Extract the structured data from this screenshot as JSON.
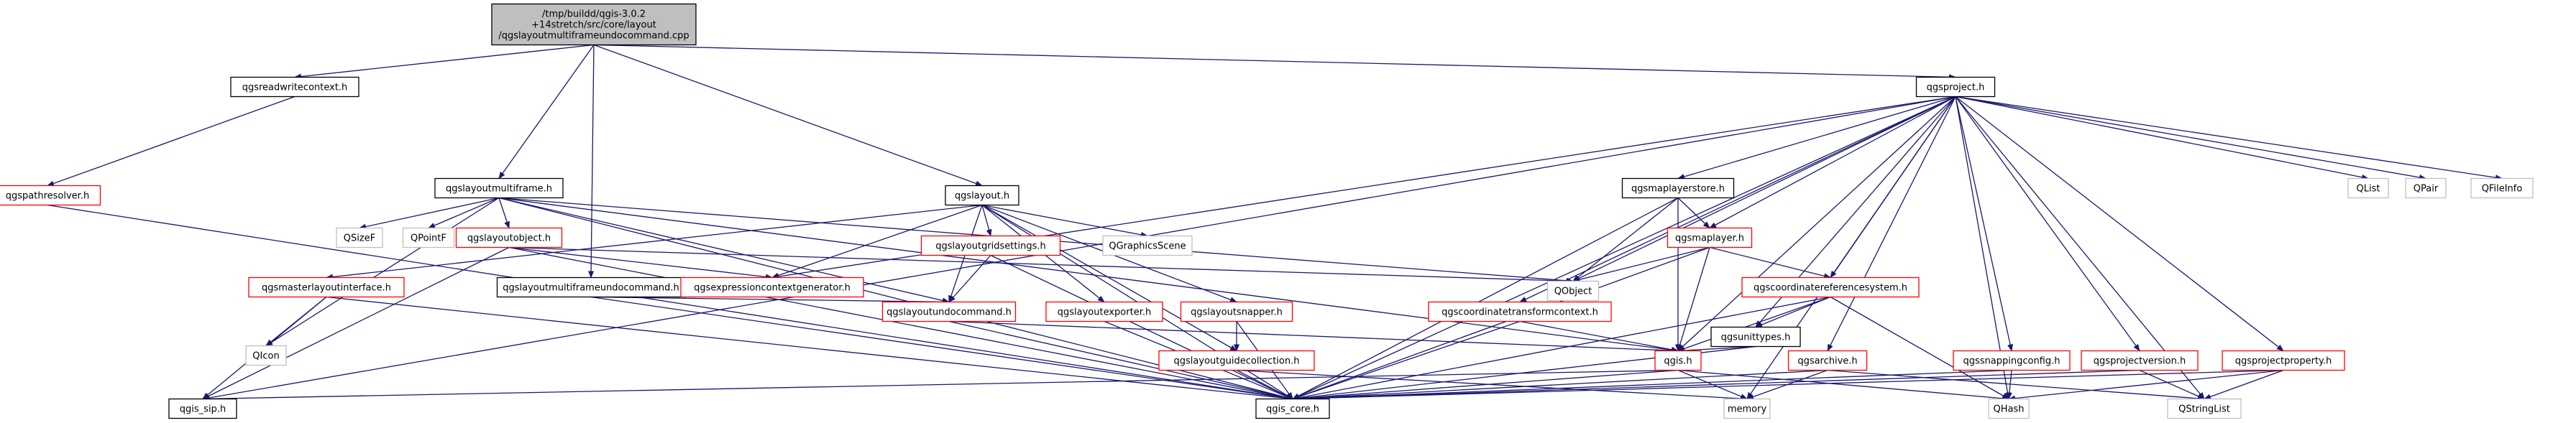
{
  "colors": {
    "background": "#ffffff",
    "edge": "#191970",
    "root_fill": "#bfbfbf",
    "node_fill": "#ffffff",
    "documented_border": "#000000",
    "undocumented_border": "#ff0000",
    "external_border": "#bfbfbf"
  },
  "nodes": [
    {
      "id": "root",
      "lines": [
        "/tmp/buildd/qgis-3.0.2",
        "+14stretch/src/core/layout",
        "/qgslayoutmultiframeundocommand.cpp"
      ],
      "kind": "root"
    },
    {
      "id": "readwritecontext",
      "lines": [
        "qgsreadwritecontext.h"
      ],
      "kind": "documented"
    },
    {
      "id": "pathresolver",
      "lines": [
        "qgspathresolver.h"
      ],
      "kind": "undocumented"
    },
    {
      "id": "layoutmultiframe",
      "lines": [
        "qgslayoutmultiframe.h"
      ],
      "kind": "documented"
    },
    {
      "id": "layoutmultiframeundocommand",
      "lines": [
        "qgslayoutmultiframeundocommand.h"
      ],
      "kind": "documented"
    },
    {
      "id": "layout",
      "lines": [
        "qgslayout.h"
      ],
      "kind": "documented"
    },
    {
      "id": "project",
      "lines": [
        "qgsproject.h"
      ],
      "kind": "documented"
    },
    {
      "id": "masterlayoutinterface",
      "lines": [
        "qgsmasterlayoutinterface.h"
      ],
      "kind": "undocumented"
    },
    {
      "id": "qicon",
      "lines": [
        "QIcon"
      ],
      "kind": "external"
    },
    {
      "id": "qsizef",
      "lines": [
        "QSizeF"
      ],
      "kind": "external"
    },
    {
      "id": "qpointf",
      "lines": [
        "QPointF"
      ],
      "kind": "external"
    },
    {
      "id": "layoutobject",
      "lines": [
        "qgslayoutobject.h"
      ],
      "kind": "undocumented"
    },
    {
      "id": "expressioncontextgenerator",
      "lines": [
        "qgsexpressioncontextgenerator.h"
      ],
      "kind": "undocumented"
    },
    {
      "id": "layoutgridsettings",
      "lines": [
        "qgslayoutgridsettings.h"
      ],
      "kind": "undocumented"
    },
    {
      "id": "layoutundocommand",
      "lines": [
        "qgslayoutundocommand.h"
      ],
      "kind": "undocumented"
    },
    {
      "id": "layoutexporter",
      "lines": [
        "qgslayoutexporter.h"
      ],
      "kind": "undocumented"
    },
    {
      "id": "qgraphicsscene",
      "lines": [
        "QGraphicsScene"
      ],
      "kind": "external"
    },
    {
      "id": "layoutsnapper",
      "lines": [
        "qgslayoutsnapper.h"
      ],
      "kind": "undocumented"
    },
    {
      "id": "layoutguidecollection",
      "lines": [
        "qgslayoutguidecollection.h"
      ],
      "kind": "undocumented"
    },
    {
      "id": "qobject",
      "lines": [
        "QObject"
      ],
      "kind": "external"
    },
    {
      "id": "maplayerstore",
      "lines": [
        "qgsmaplayerstore.h"
      ],
      "kind": "documented"
    },
    {
      "id": "maplayer",
      "lines": [
        "qgsmaplayer.h"
      ],
      "kind": "undocumented"
    },
    {
      "id": "coordinatereferencesystem",
      "lines": [
        "qgscoordinatereferencesystem.h"
      ],
      "kind": "undocumented"
    },
    {
      "id": "coordinatetransformcontext",
      "lines": [
        "qgscoordinatetransformcontext.h"
      ],
      "kind": "undocumented"
    },
    {
      "id": "unittypes",
      "lines": [
        "qgsunittypes.h"
      ],
      "kind": "documented"
    },
    {
      "id": "qgis",
      "lines": [
        "qgis.h"
      ],
      "kind": "undocumented"
    },
    {
      "id": "archive",
      "lines": [
        "qgsarchive.h"
      ],
      "kind": "undocumented"
    },
    {
      "id": "snappingconfig",
      "lines": [
        "qgssnappingconfig.h"
      ],
      "kind": "undocumented"
    },
    {
      "id": "projectversion",
      "lines": [
        "qgsprojectversion.h"
      ],
      "kind": "undocumented"
    },
    {
      "id": "projectproperty",
      "lines": [
        "qgsprojectproperty.h"
      ],
      "kind": "undocumented"
    },
    {
      "id": "qlist",
      "lines": [
        "QList"
      ],
      "kind": "external"
    },
    {
      "id": "qpair",
      "lines": [
        "QPair"
      ],
      "kind": "external"
    },
    {
      "id": "qfileinfo",
      "lines": [
        "QFileInfo"
      ],
      "kind": "external"
    },
    {
      "id": "qgissip",
      "lines": [
        "qgis_sip.h"
      ],
      "kind": "documented"
    },
    {
      "id": "qgiscore",
      "lines": [
        "qgis_core.h"
      ],
      "kind": "documented"
    },
    {
      "id": "memory",
      "lines": [
        "memory"
      ],
      "kind": "external"
    },
    {
      "id": "qhash",
      "lines": [
        "QHash"
      ],
      "kind": "external"
    },
    {
      "id": "qstringlist",
      "lines": [
        "QStringList"
      ],
      "kind": "external"
    }
  ],
  "edges": [
    [
      "root",
      "readwritecontext"
    ],
    [
      "root",
      "layoutmultiframe"
    ],
    [
      "root",
      "layoutmultiframeundocommand"
    ],
    [
      "root",
      "layout"
    ],
    [
      "root",
      "project"
    ],
    [
      "readwritecontext",
      "pathresolver"
    ],
    [
      "pathresolver",
      "qgiscore"
    ],
    [
      "layoutmultiframe",
      "qicon"
    ],
    [
      "layoutmultiframe",
      "qsizef"
    ],
    [
      "layoutmultiframe",
      "qpointf"
    ],
    [
      "layoutmultiframe",
      "layoutobject"
    ],
    [
      "layoutmultiframe",
      "qgiscore"
    ],
    [
      "layoutmultiframe",
      "qobject"
    ],
    [
      "layoutmultiframe",
      "layoutundocommand"
    ],
    [
      "layoutmultiframe",
      "qgis"
    ],
    [
      "layoutobject",
      "qgissip"
    ],
    [
      "layoutobject",
      "expressioncontextgenerator"
    ],
    [
      "layoutobject",
      "qobject"
    ],
    [
      "layoutobject",
      "qgiscore"
    ],
    [
      "layoutmultiframeundocommand",
      "layoutundocommand"
    ],
    [
      "layoutmultiframeundocommand",
      "qgiscore"
    ],
    [
      "layout",
      "masterlayoutinterface"
    ],
    [
      "layout",
      "expressioncontextgenerator"
    ],
    [
      "layout",
      "layoutgridsettings"
    ],
    [
      "layout",
      "layoutundocommand"
    ],
    [
      "layout",
      "layoutexporter"
    ],
    [
      "layout",
      "qgraphicsscene"
    ],
    [
      "layout",
      "layoutsnapper"
    ],
    [
      "layout",
      "layoutguidecollection"
    ],
    [
      "layout",
      "qgiscore"
    ],
    [
      "masterlayoutinterface",
      "qicon"
    ],
    [
      "masterlayoutinterface",
      "qgissip"
    ],
    [
      "masterlayoutinterface",
      "qgiscore"
    ],
    [
      "layoutgridsettings",
      "layoutundocommand"
    ],
    [
      "layoutgridsettings",
      "qgiscore"
    ],
    [
      "layoutundocommand",
      "qgis"
    ],
    [
      "layoutundocommand",
      "qgiscore"
    ],
    [
      "layoutexporter",
      "qgiscore"
    ],
    [
      "layoutsnapper",
      "layoutguidecollection"
    ],
    [
      "layoutsnapper",
      "qgiscore"
    ],
    [
      "layoutguidecollection",
      "qgiscore"
    ],
    [
      "layoutguidecollection",
      "memory"
    ],
    [
      "project",
      "qgissip"
    ],
    [
      "project",
      "expressioncontextgenerator"
    ],
    [
      "project",
      "qgiscore"
    ],
    [
      "project",
      "coordinatetransformcontext"
    ],
    [
      "project",
      "maplayerstore"
    ],
    [
      "project",
      "qobject"
    ],
    [
      "project",
      "maplayer"
    ],
    [
      "project",
      "coordinatereferencesystem"
    ],
    [
      "project",
      "unittypes"
    ],
    [
      "project",
      "qgis"
    ],
    [
      "project",
      "archive"
    ],
    [
      "project",
      "snappingconfig"
    ],
    [
      "project",
      "projectversion"
    ],
    [
      "project",
      "projectproperty"
    ],
    [
      "project",
      "qlist"
    ],
    [
      "project",
      "qpair"
    ],
    [
      "project",
      "qfileinfo"
    ],
    [
      "project",
      "memory"
    ],
    [
      "project",
      "qhash"
    ],
    [
      "project",
      "qstringlist"
    ],
    [
      "maplayerstore",
      "maplayer"
    ],
    [
      "maplayerstore",
      "qobject"
    ],
    [
      "maplayerstore",
      "qgis"
    ],
    [
      "maplayerstore",
      "qgiscore"
    ],
    [
      "maplayer",
      "qobject"
    ],
    [
      "maplayer",
      "coordinatereferencesystem"
    ],
    [
      "maplayer",
      "qgis"
    ],
    [
      "maplayer",
      "qgiscore"
    ],
    [
      "coordinatereferencesystem",
      "unittypes"
    ],
    [
      "coordinatereferencesystem",
      "qgis"
    ],
    [
      "coordinatereferencesystem",
      "qgiscore"
    ],
    [
      "coordinatereferencesystem",
      "qhash"
    ],
    [
      "coordinatetransformcontext",
      "qgis"
    ],
    [
      "coordinatetransformcontext",
      "qgiscore"
    ],
    [
      "unittypes",
      "qgis"
    ],
    [
      "unittypes",
      "qgiscore"
    ],
    [
      "qgis",
      "qgissip"
    ],
    [
      "qgis",
      "qgiscore"
    ],
    [
      "qgis",
      "memory"
    ],
    [
      "qgis",
      "qhash"
    ],
    [
      "archive",
      "qgiscore"
    ],
    [
      "archive",
      "memory"
    ],
    [
      "archive",
      "qstringlist"
    ],
    [
      "snappingconfig",
      "qgiscore"
    ],
    [
      "snappingconfig",
      "qhash"
    ],
    [
      "projectversion",
      "qgiscore"
    ],
    [
      "projectversion",
      "qstringlist"
    ],
    [
      "projectproperty",
      "qgiscore"
    ],
    [
      "projectproperty",
      "qhash"
    ],
    [
      "projectproperty",
      "qstringlist"
    ]
  ]
}
